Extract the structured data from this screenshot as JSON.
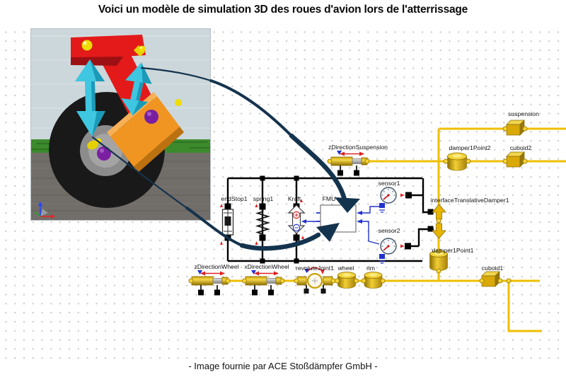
{
  "title": "Voici un modèle de simulation 3D des roues d'avion lors de l'atterrissage",
  "caption": "- Image fournie par ACE Stoßdämpfer GmbH -",
  "colors": {
    "wire_yellow": "#EFBF04",
    "signal_blue": "#2233CC",
    "line_black": "#000000",
    "annotation_arrow_navy": "#14334E",
    "component_gold": "#D9A90A"
  },
  "scene3d": {
    "description": "3D view of aircraft landing gear wheel with red bracket, orange damper box and cyan motion arrows"
  },
  "diagram": {
    "labels": {
      "zDirectionSuspension": "zDirectionSuspension",
      "suspension": "suspension",
      "damper1Point2": "damper1Point2",
      "cuboid2": "cuboid2",
      "endStop1": "endStop1",
      "spring1": "spring1",
      "kraft": "Kraft",
      "fmu": "FMU",
      "sensor1": "sensor1",
      "sensor2": "sensor2",
      "interfaceTranslativeDamper1": "interfaceTranslativeDamper1",
      "damper1Point1": "damper1Point1",
      "cuboid1": "cuboid1",
      "zDirectionWheel": "zDirectionWheel",
      "xDirectionWheel": "xDirectionWheel",
      "revoluteJoint1": "revoluteJoint1",
      "wheel": "wheel",
      "rim": "rim"
    }
  }
}
